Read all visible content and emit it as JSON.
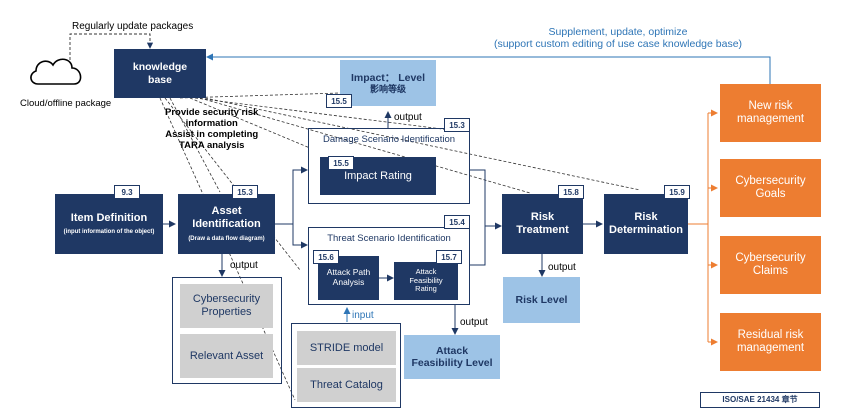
{
  "top": {
    "update_packages": "Regularly update packages",
    "supplement_line1": "Supplement, update, optimize",
    "supplement_line2": "(support custom editing of use case knowledge base)",
    "cloud_label": "Cloud/offline package",
    "provide_line1": "Provide security risk",
    "provide_line2": "information",
    "provide_line3": "Assist in completing",
    "provide_line4": "TARA analysis"
  },
  "knowledge_base": {
    "line1": "knowledge",
    "line2": "base"
  },
  "item_definition": {
    "title": "Item Definition",
    "subtitle": "(input information of the object)",
    "tag": "9.3"
  },
  "asset_identification": {
    "line1": "Asset",
    "line2": "Identification",
    "subtitle": "(Draw a data flow diagram)",
    "tag": "15.3"
  },
  "asset_outputs": {
    "output_label": "output",
    "properties_line1": "Cybersecurity",
    "properties_line2": "Properties",
    "relevant_asset": "Relevant Asset"
  },
  "impact_level": {
    "line1": "Impact： Level",
    "line2": "影响等级",
    "tag": "15.5",
    "output_label": "output"
  },
  "damage_scenario": {
    "title": "Damage Scenario Identification",
    "tag": "15.3",
    "impact_rating": "Impact Rating",
    "impact_tag": "15.5"
  },
  "threat_scenario": {
    "title": "Threat Scenario Identification",
    "tag": "15.4",
    "attack_path_line1": "Attack Path",
    "attack_path_line2": "Analysis",
    "attack_path_tag": "15.6",
    "feas_line1": "Attack",
    "feas_line2": "Feasibility",
    "feas_line3": "Rating",
    "feas_tag": "15.7",
    "input_label": "input",
    "output_label": "output"
  },
  "threat_inputs": {
    "stride": "STRIDE model",
    "catalog": "Threat Catalog"
  },
  "attack_feasibility_level": {
    "line1": "Attack",
    "line2": "Feasibility Level"
  },
  "risk_treatment": {
    "line1": "Risk",
    "line2": "Treatment",
    "tag": "15.8",
    "output_label": "output"
  },
  "risk_level": "Risk Level",
  "risk_determination": {
    "line1": "Risk",
    "line2": "Determination",
    "tag": "15.9"
  },
  "outputs": [
    {
      "line1": "New risk",
      "line2": "management"
    },
    {
      "line1": "Cybersecurity",
      "line2": "Goals"
    },
    {
      "line1": "Cybersecurity",
      "line2": "Claims"
    },
    {
      "line1": "Residual risk",
      "line2": "management"
    }
  ],
  "standard_label": "ISO/SAE 21434 章节",
  "colors": {
    "navy": "#1f3864",
    "light_blue": "#9dc3e6",
    "orange": "#ed7d31",
    "grey": "#d0d0d0",
    "link_blue": "#2e75b6"
  }
}
